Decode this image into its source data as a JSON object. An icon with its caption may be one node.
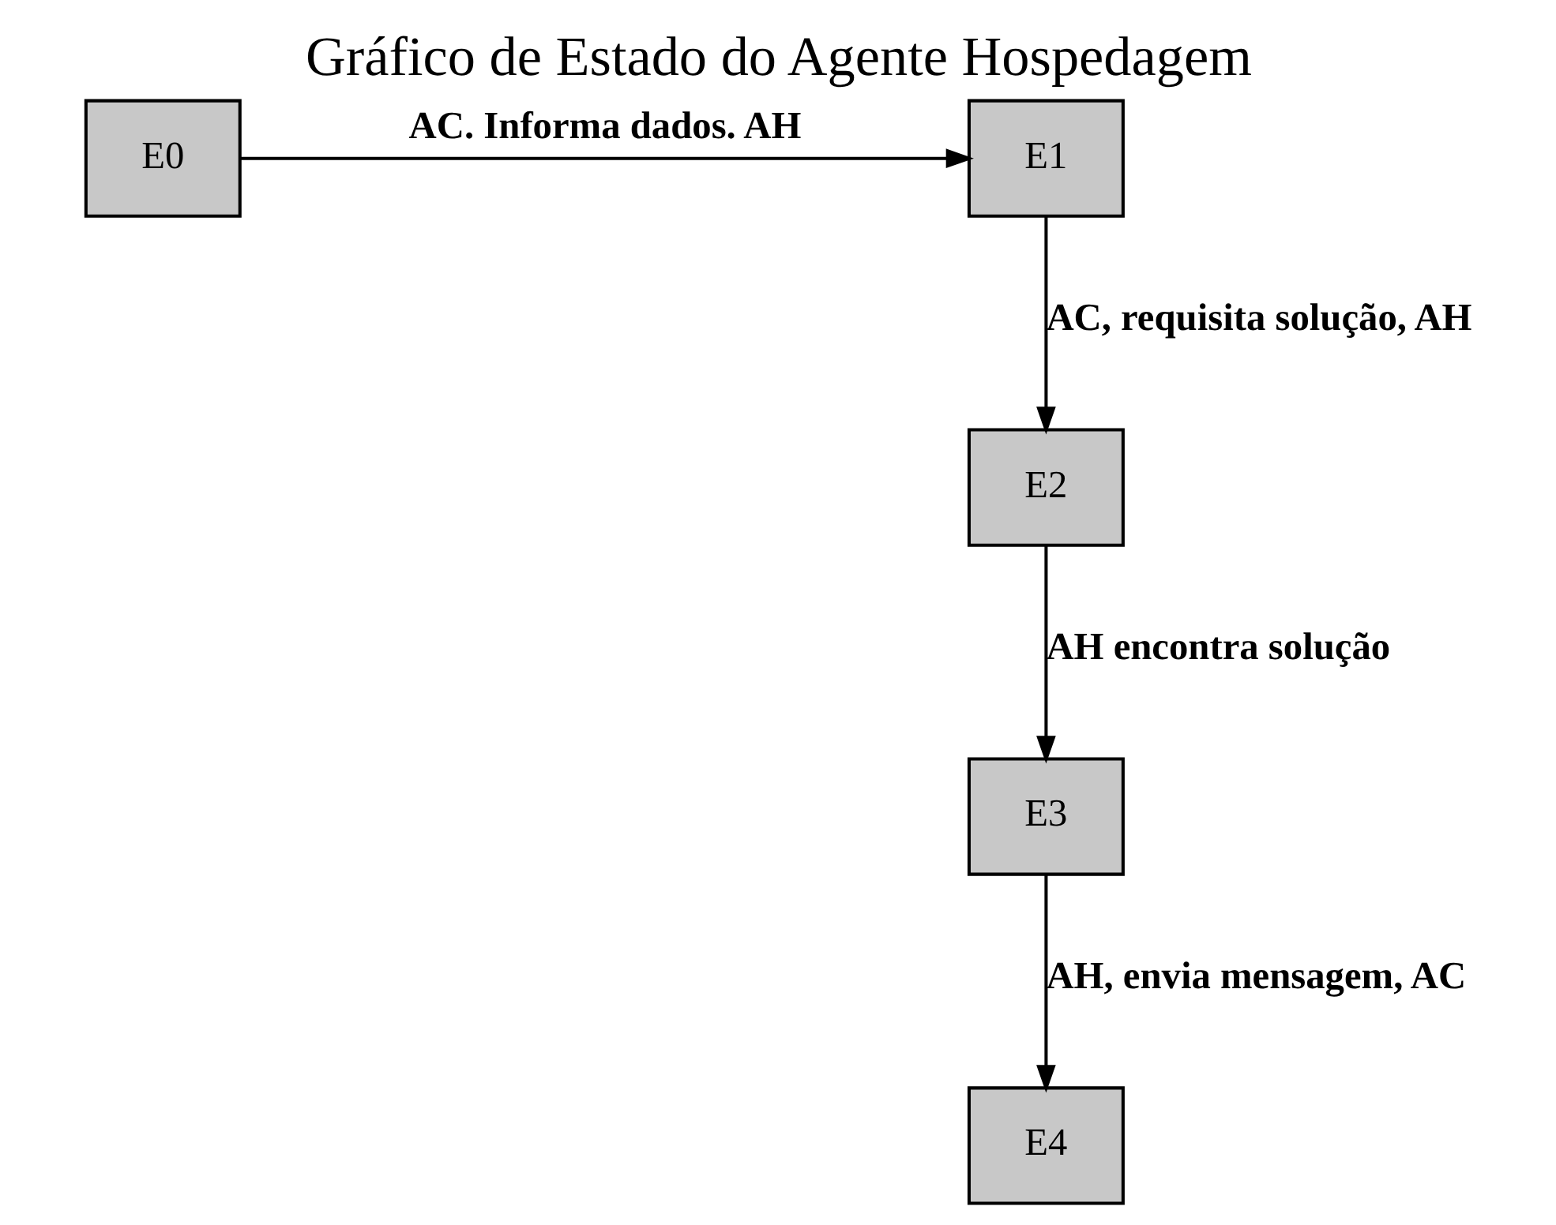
{
  "diagram": {
    "title": "Gráfico de Estado do Agente Hospedagem",
    "nodes": [
      {
        "text": [
          "E0"
        ]
      },
      {
        "text": [
          "E1"
        ]
      },
      {
        "text": [
          "E2"
        ]
      },
      {
        "text": [
          "E3"
        ]
      },
      {
        "text": [
          "E4"
        ]
      }
    ],
    "edges": [
      {
        "from": 0,
        "to": 1,
        "arrow": "to",
        "label": "AC. Informa dados. AH"
      },
      {
        "from": 1,
        "to": 2,
        "arrow": "to",
        "label": "AC, requisita solução, AH"
      },
      {
        "from": 2,
        "to": 3,
        "arrow": "to",
        "label": "AH encontra solução"
      },
      {
        "from": 3,
        "to": 4,
        "arrow": "to",
        "label": "AH, envia mensagem, AC"
      }
    ]
  }
}
